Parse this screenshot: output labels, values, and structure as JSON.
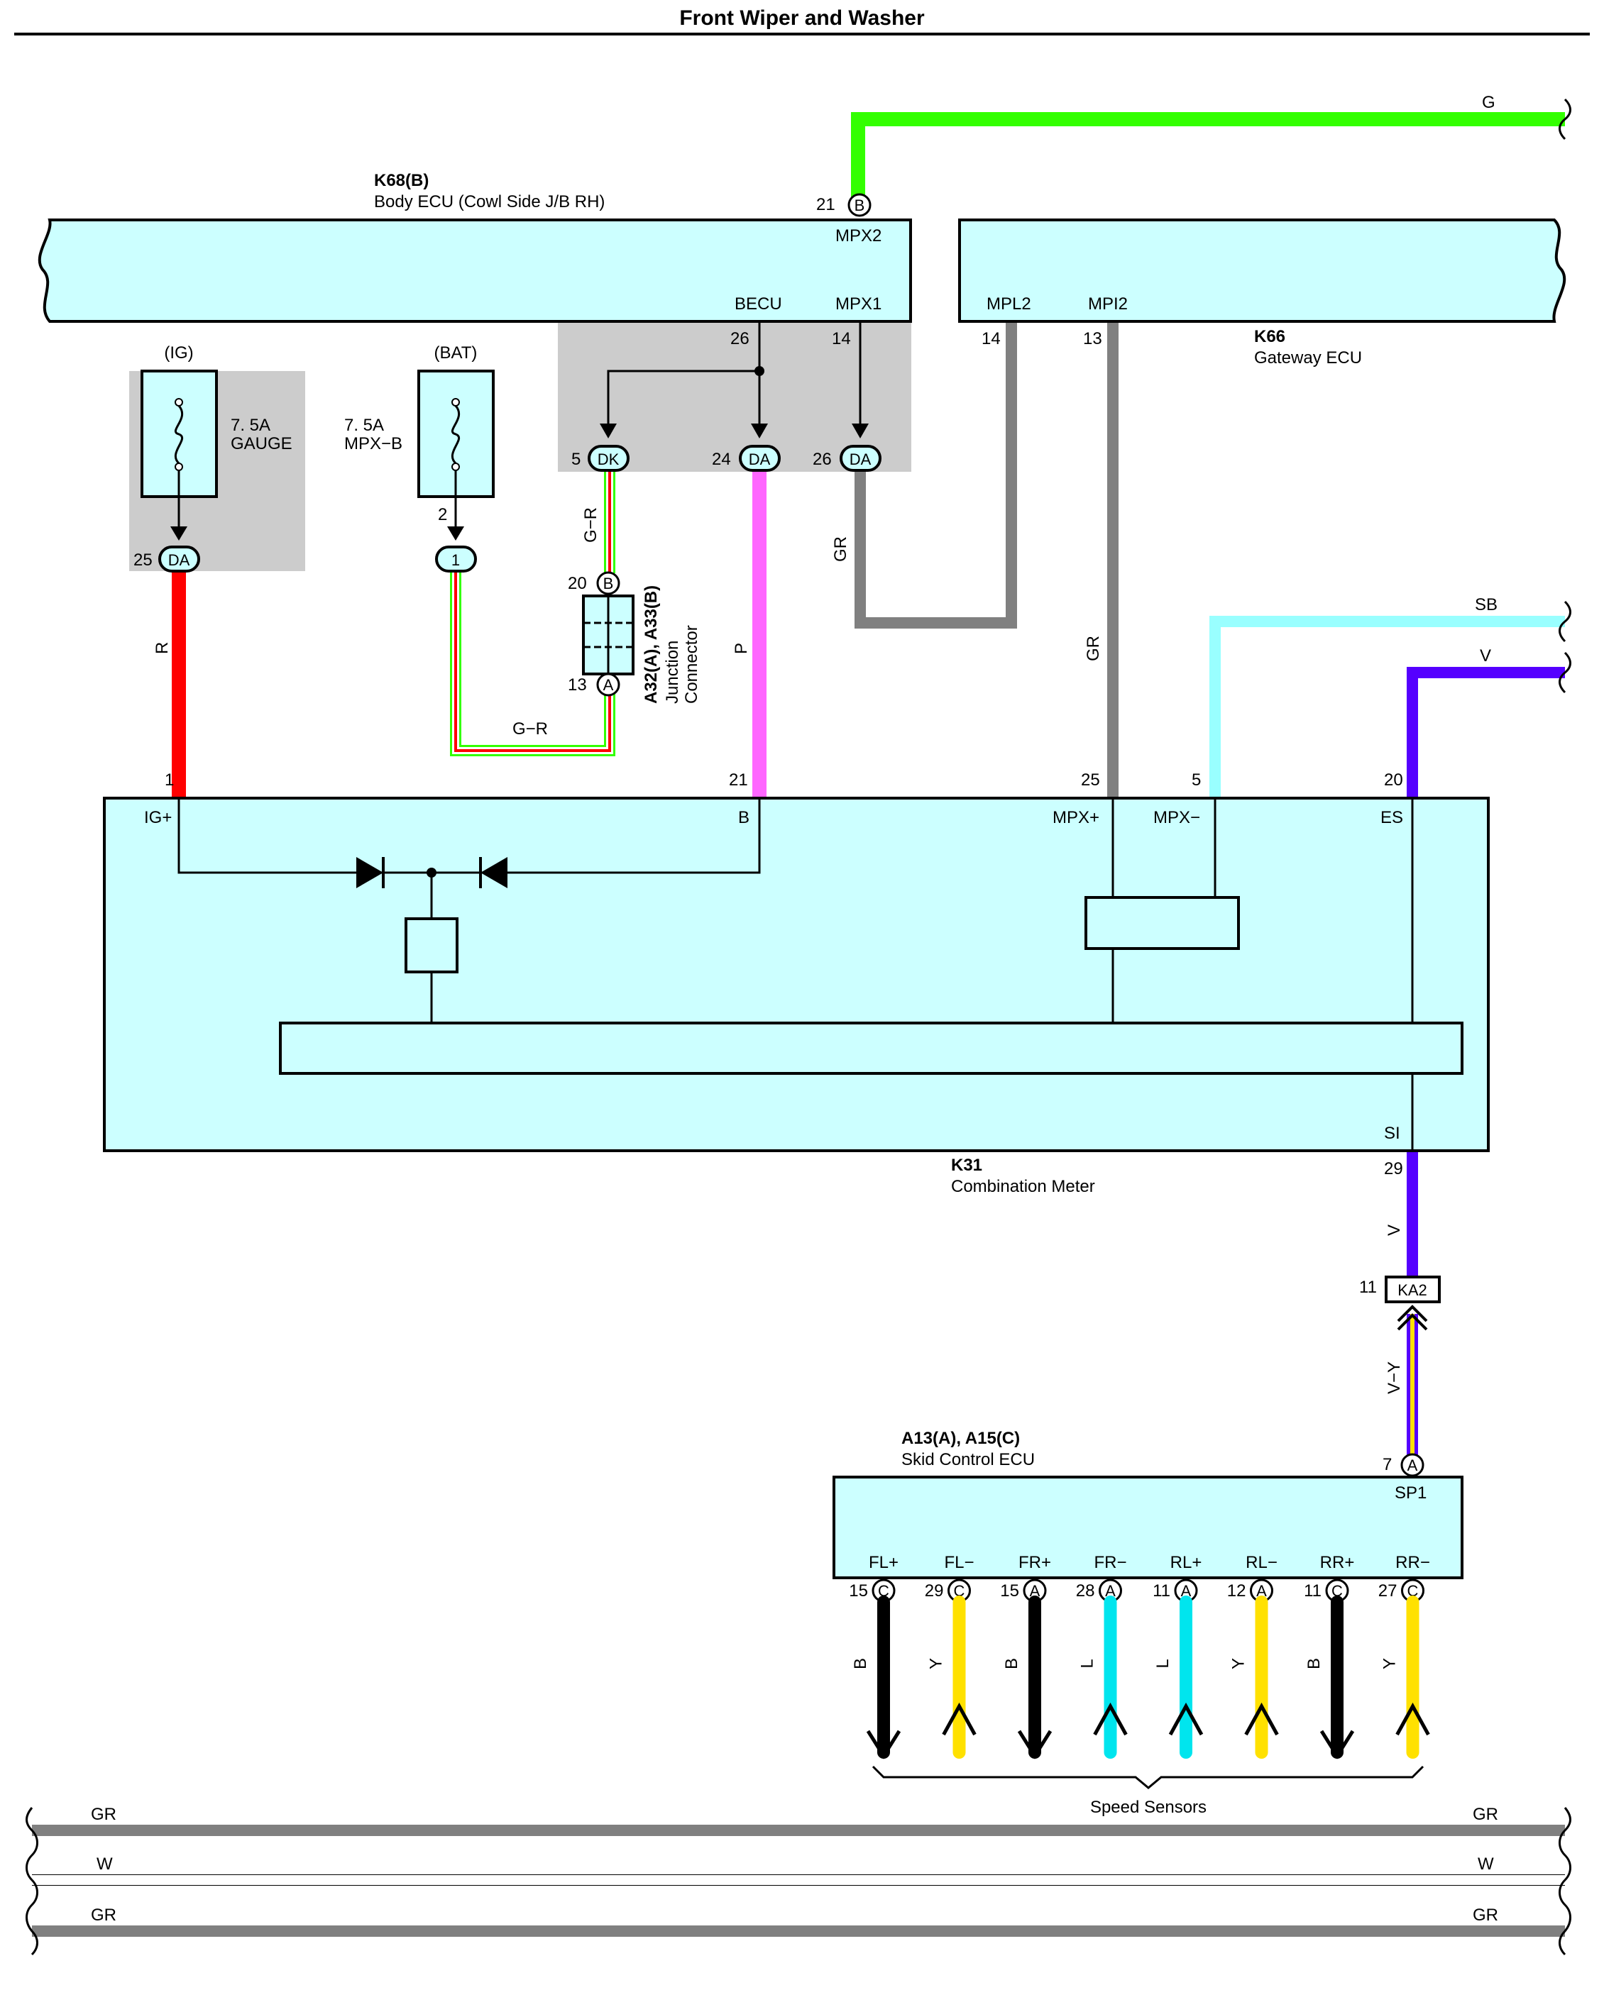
{
  "title": "Front Wiper and Washer",
  "body_ecu": {
    "ref": "K68(B)",
    "name": "Body ECU (Cowl Side J/B RH)",
    "pins": {
      "mpx2": "MPX2",
      "becu": "BECU",
      "mpx1": "MPX1"
    },
    "pin_nums": {
      "mpx2": "21",
      "becu": "26",
      "mpx1": "14"
    },
    "mpx2_conn": "B"
  },
  "gateway_ecu": {
    "ref": "K66",
    "name": "Gateway ECU",
    "pins": {
      "mpl2": "MPL2",
      "mpi2": "MPI2"
    },
    "pin_nums": {
      "mpl2": "14",
      "mpi2": "13"
    }
  },
  "combination_meter": {
    "ref": "K31",
    "name": "Combination Meter",
    "pins": {
      "ig": "IG+",
      "b": "B",
      "mpx_plus": "MPX+",
      "mpx_minus": "MPX−",
      "es": "ES",
      "si": "SI"
    },
    "pin_nums": {
      "ig": "1",
      "b": "21",
      "mpx_plus": "25",
      "mpx_minus": "5",
      "es": "20",
      "si": "29"
    }
  },
  "skid_control_ecu": {
    "ref": "A13(A), A15(C)",
    "name": "Skid Control ECU",
    "sp1": "SP1",
    "sp1_num": "7",
    "sp1_conn": "A"
  },
  "fuse_ig": {
    "group": "(IG)",
    "rating": "7. 5A",
    "name": "GAUGE",
    "conn": "DA",
    "pin": "25"
  },
  "fuse_bat": {
    "group": "(BAT)",
    "rating": "7. 5A",
    "name": "MPX−B",
    "pin_top": "2",
    "conn": "1"
  },
  "jb_connectors": [
    {
      "pin": "5",
      "conn": "DK"
    },
    {
      "pin": "24",
      "conn": "DA"
    },
    {
      "pin": "26",
      "conn": "DA"
    }
  ],
  "junction_connector": {
    "ref": "A32(A), A33(B)",
    "line1": "Junction",
    "line2": "Connector",
    "top_pin": "20",
    "top_conn": "B",
    "bottom_pin": "13",
    "bottom_conn": "A"
  },
  "ka2": {
    "pin": "11",
    "conn": "KA2"
  },
  "wire_labels": {
    "g": "G",
    "r": "R",
    "gr_1": "G−R",
    "gr_2": "G−R",
    "p": "P",
    "gr_3": "GR",
    "gr_4": "GR",
    "sb": "SB",
    "v_top": "V",
    "v_mid": "V",
    "vy": "V−Y"
  },
  "speed_sensors": {
    "label": "Speed Sensors",
    "terminals": [
      {
        "name": "FL+",
        "pin": "15",
        "conn": "C",
        "wire": "B",
        "color": "#000000",
        "dir": "down"
      },
      {
        "name": "FL−",
        "pin": "29",
        "conn": "C",
        "wire": "Y",
        "color": "#ffe100",
        "dir": "up"
      },
      {
        "name": "FR+",
        "pin": "15",
        "conn": "A",
        "wire": "B",
        "color": "#000000",
        "dir": "down"
      },
      {
        "name": "FR−",
        "pin": "28",
        "conn": "A",
        "wire": "L",
        "color": "#00e5ee",
        "dir": "up"
      },
      {
        "name": "RL+",
        "pin": "11",
        "conn": "A",
        "wire": "L",
        "color": "#00e5ee",
        "dir": "up"
      },
      {
        "name": "RL−",
        "pin": "12",
        "conn": "A",
        "wire": "Y",
        "color": "#ffe100",
        "dir": "up"
      },
      {
        "name": "RR+",
        "pin": "11",
        "conn": "C",
        "wire": "B",
        "color": "#000000",
        "dir": "down"
      },
      {
        "name": "RR−",
        "pin": "27",
        "conn": "C",
        "wire": "Y",
        "color": "#ffe100",
        "dir": "up"
      }
    ]
  },
  "bus_lines": [
    {
      "left": "GR",
      "right": "GR",
      "color": "#808080"
    },
    {
      "left": "W",
      "right": "W",
      "color": "#ffffff"
    },
    {
      "left": "GR",
      "right": "GR",
      "color": "#808080"
    }
  ],
  "colors": {
    "ecu_fill": "#ccffff",
    "jb_fill": "#cccccc",
    "wire_g": "#33ff00",
    "wire_r": "#ff0000",
    "wire_p": "#ff66ff",
    "wire_gr": "#808080",
    "wire_sb": "#99ffff",
    "wire_v": "#5500ff",
    "wire_y": "#ffe100"
  }
}
